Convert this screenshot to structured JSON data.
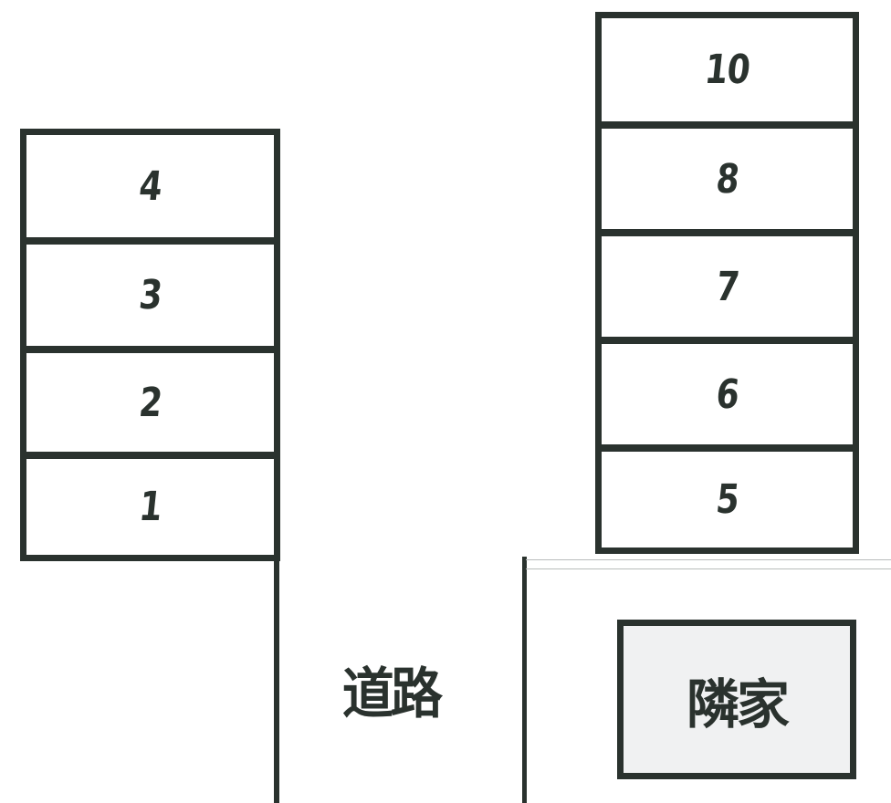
{
  "diagram": {
    "type": "parking-lot-layout",
    "left_column": {
      "spaces": [
        "4",
        "3",
        "2",
        "1"
      ]
    },
    "right_column": {
      "spaces": [
        "10",
        "8",
        "7",
        "6",
        "5"
      ]
    },
    "road_label": "道路",
    "neighbor_label": "隣家",
    "colors": {
      "line": "#2a322e",
      "background": "#ffffff",
      "neighbor_fill": "#f0f1f2"
    }
  }
}
